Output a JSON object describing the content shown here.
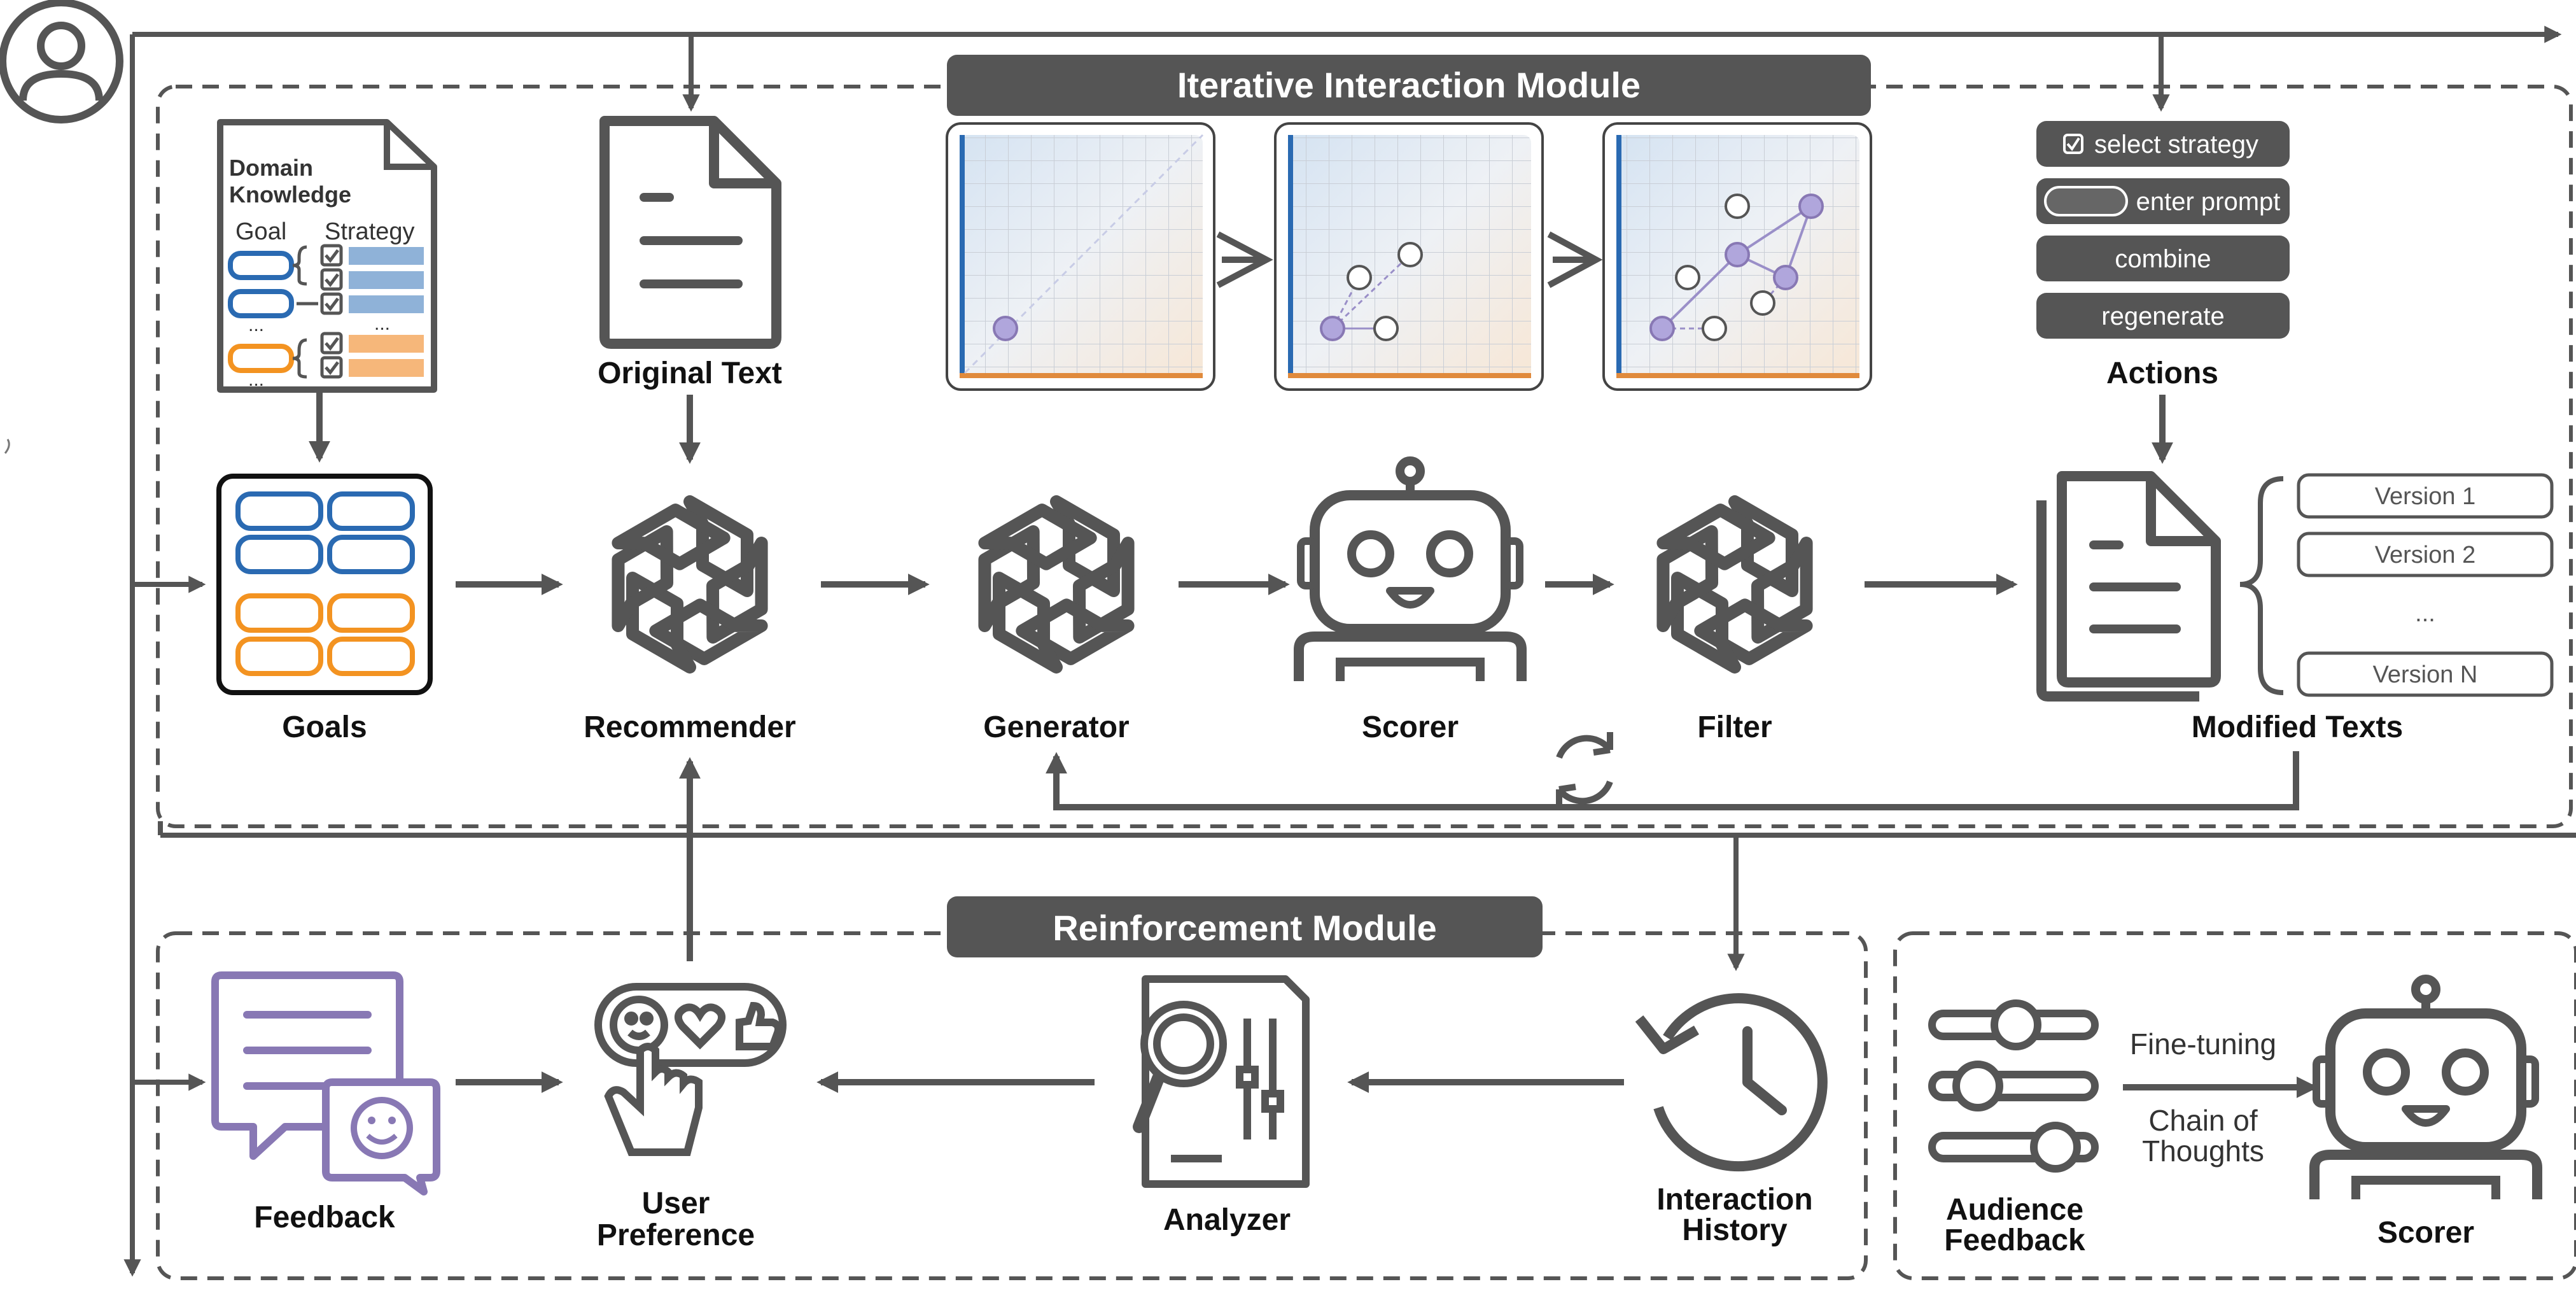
{
  "modules": {
    "iterative": {
      "title": "Iterative Interaction Module"
    },
    "reinforcement": {
      "title": "Reinforcement Module"
    }
  },
  "domain_knowledge": {
    "title_line1": "Domain",
    "title_line2": "Knowledge",
    "col_goal": "Goal",
    "col_strategy": "Strategy",
    "ellipsis": "..."
  },
  "labels": {
    "goals": "Goals",
    "original_text": "Original Text",
    "recommender": "Recommender",
    "generator": "Generator",
    "scorer": "Scorer",
    "filter": "Filter",
    "actions": "Actions",
    "modified_texts": "Modified Texts",
    "feedback": "Feedback",
    "user_preference_line1": "User",
    "user_preference_line2": "Preference",
    "analyzer": "Analyzer",
    "interaction_history_line1": "Interaction",
    "interaction_history_line2": "History",
    "audience_feedback_line1": "Audience",
    "audience_feedback_line2": "Feedback",
    "scorer_bottom": "Scorer"
  },
  "actions": {
    "select_strategy": "select strategy",
    "enter_prompt": "enter prompt",
    "combine": "combine",
    "regenerate": "regenerate"
  },
  "versions": {
    "v1": "Version 1",
    "v2": "Version 2",
    "dots": "...",
    "vn": "Version N"
  },
  "edges": {
    "fine_tuning": "Fine-tuning",
    "chain_line1": "Chain of",
    "chain_line2": "Thoughts"
  },
  "colors": {
    "dark": "#555555",
    "blue": "#2a6ab2",
    "orange": "#f39321",
    "purple": "#8878b4",
    "strategy_blue": "#8fb2d8",
    "strategy_orange": "#f6b77a"
  }
}
